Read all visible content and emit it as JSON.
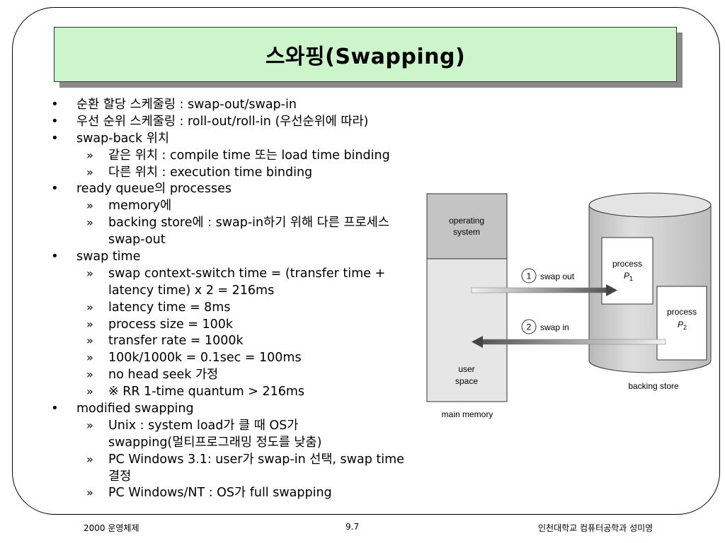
{
  "slide": {
    "title": "스와핑(Swapping)",
    "bullet_glyph": "•",
    "sub_glyph": "»"
  },
  "outline": [
    {
      "level": 1,
      "text": "순환 할당 스케줄링 : swap-out/swap-in"
    },
    {
      "level": 1,
      "text": "우선 순위 스케줄링 : roll-out/roll-in (우선순위에 따라)"
    },
    {
      "level": 1,
      "text": "swap-back 위치"
    },
    {
      "level": 2,
      "text": "같은 위치 : compile time 또는 load time binding"
    },
    {
      "level": 2,
      "text": "다른 위치 : execution time binding"
    },
    {
      "level": 1,
      "text": "ready queue의 processes"
    },
    {
      "level": 2,
      "text": "memory에"
    },
    {
      "level": 2,
      "text": "backing store에 : swap-in하기 위해 다른 프로세스"
    },
    {
      "level": 0,
      "text": "swap-out"
    },
    {
      "level": 1,
      "text": "swap time"
    },
    {
      "level": 2,
      "text": "swap context-switch time = (transfer time +"
    },
    {
      "level": 0,
      "text": "latency time) x 2 = 216ms"
    },
    {
      "level": 2,
      "text": "latency time = 8ms"
    },
    {
      "level": 2,
      "text": "process size = 100k"
    },
    {
      "level": 2,
      "text": "transfer rate = 1000k"
    },
    {
      "level": 2,
      "text": "100k/1000k = 0.1sec = 100ms"
    },
    {
      "level": 2,
      "text": "no head seek 가정"
    },
    {
      "level": 2,
      "text": "※ RR 1-time quantum > 216ms"
    },
    {
      "level": 1,
      "text": "modified swapping"
    },
    {
      "level": 2,
      "text": "Unix : system load가 클 때 OS가"
    },
    {
      "level": 0,
      "text": "swapping(멀티프로그래밍 정도를 낮춤)"
    },
    {
      "level": 2,
      "text": "PC Windows 3.1: user가 swap-in 선택, swap time"
    },
    {
      "level": 0,
      "text": "결정"
    },
    {
      "level": 2,
      "text": "PC Windows/NT : OS가 full swapping"
    }
  ],
  "figure": {
    "os_label_1": "operating",
    "os_label_2": "system",
    "user_label_1": "user",
    "user_label_2": "space",
    "main_memory": "main memory",
    "backing_store": "backing store",
    "swap_out_num": "1",
    "swap_out": "swap out",
    "swap_in_num": "2",
    "swap_in": "swap in",
    "p1_label": "process",
    "p1_name": "P",
    "p1_sub": "1",
    "p2_label": "process",
    "p2_name": "P",
    "p2_sub": "2"
  },
  "footer": {
    "left": "2000 운영체제",
    "center": "9.7",
    "right": "인천대학교 컴퓨터공학과 성미영"
  },
  "colors": {
    "title_bg": "#ccf5cc",
    "os_region": "#c4c4c4",
    "memory_bg": "#e6e6e6",
    "cylinder": "#d2d2d2"
  }
}
